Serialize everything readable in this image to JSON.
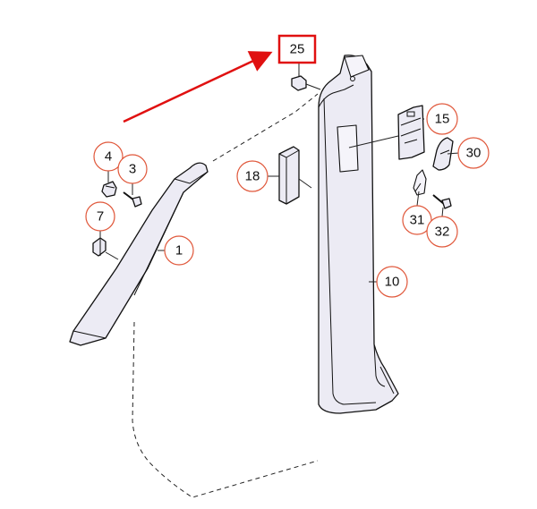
{
  "callouts": {
    "c25": "25",
    "c15": "15",
    "c30": "30",
    "c18": "18",
    "c4": "4",
    "c3": "3",
    "c7": "7",
    "c1": "1",
    "c31": "31",
    "c32": "32",
    "c10": "10"
  },
  "colors": {
    "highlight": "#e01010",
    "callout_ring": "#e0573a",
    "part_fill": "#ecebf4"
  },
  "highlighted_part": "25"
}
